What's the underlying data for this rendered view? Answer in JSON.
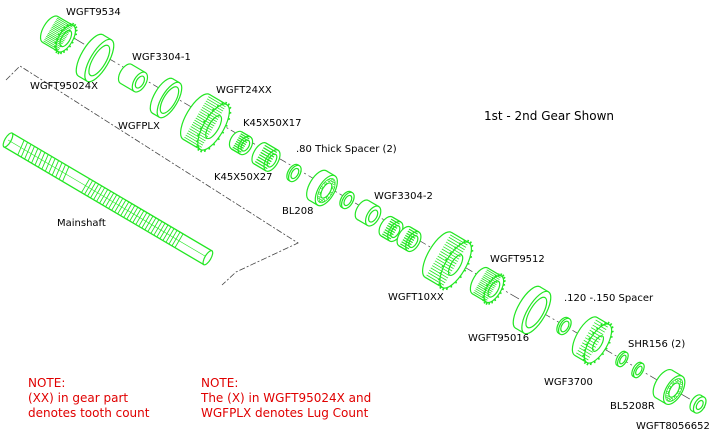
{
  "title": "1st - 2nd Gear Shown",
  "colors": {
    "parts": "#22e622",
    "line": "#444444",
    "note": "#e00000"
  },
  "parts": {
    "wgft9534": "WGFT9534",
    "wgft95024x": "WGFT95024X",
    "wgf3304_1": "WGF3304-1",
    "wgfplx": "WGFPLX",
    "wgft24xx": "WGFT24XX",
    "k45x50x17": "K45X50X17",
    "k45x50x27": "K45X50X27",
    "spacer80": ".80 Thick Spacer (2)",
    "bl208": "BL208",
    "wgf3304_2": "WGF3304-2",
    "wgft9512": "WGFT9512",
    "wgft10xx": "WGFT10XX",
    "spacer120": ".120 -.150 Spacer",
    "wgft95016": "WGFT95016",
    "shr156": "SHR156 (2)",
    "wgf3700": "WGF3700",
    "bl5208r": "BL5208R",
    "wgft8056652": "WGFT8056652",
    "mainshaft": "Mainshaft"
  },
  "notes": {
    "left": {
      "heading": "NOTE:",
      "line1": "(XX) in gear part",
      "line2": "denotes tooth count"
    },
    "right": {
      "heading": "NOTE:",
      "line1": "The (X) in WGFT95024X and",
      "line2": "WGFPLX denotes Lug Count"
    }
  }
}
